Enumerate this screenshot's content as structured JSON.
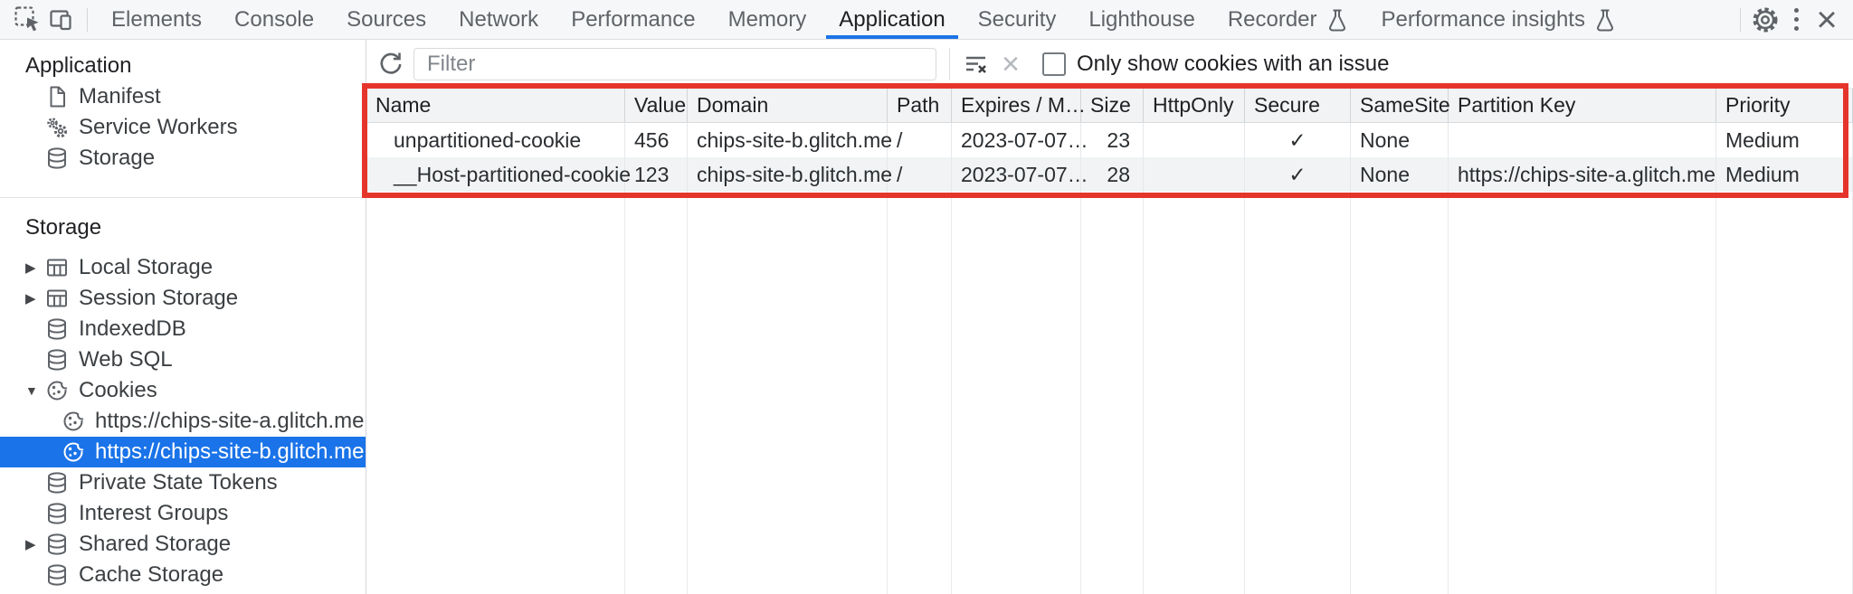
{
  "tabbar": {
    "tabs": [
      {
        "label": "Elements"
      },
      {
        "label": "Console"
      },
      {
        "label": "Sources"
      },
      {
        "label": "Network"
      },
      {
        "label": "Performance"
      },
      {
        "label": "Memory"
      },
      {
        "label": "Application",
        "selected": true
      },
      {
        "label": "Security"
      },
      {
        "label": "Lighthouse"
      },
      {
        "label": "Recorder",
        "experiment": true
      },
      {
        "label": "Performance insights",
        "experiment": true
      }
    ]
  },
  "sidebar": {
    "sections": [
      {
        "header": "Application",
        "items": [
          {
            "label": "Manifest",
            "icon": "manifest-document-icon"
          },
          {
            "label": "Service Workers",
            "icon": "service-workers-gears-icon"
          },
          {
            "label": "Storage",
            "icon": "database-icon"
          }
        ]
      },
      {
        "header": "Storage",
        "items": [
          {
            "label": "Local Storage",
            "icon": "table-icon",
            "expandable": true,
            "expanded": false
          },
          {
            "label": "Session Storage",
            "icon": "table-icon",
            "expandable": true,
            "expanded": false
          },
          {
            "label": "IndexedDB",
            "icon": "database-icon"
          },
          {
            "label": "Web SQL",
            "icon": "database-icon"
          },
          {
            "label": "Cookies",
            "icon": "cookie-icon",
            "expandable": true,
            "expanded": true
          },
          {
            "label": "https://chips-site-a.glitch.me",
            "icon": "cookie-icon",
            "child": true
          },
          {
            "label": "https://chips-site-b.glitch.me",
            "icon": "cookie-icon",
            "child": true,
            "selected": true
          },
          {
            "label": "Private State Tokens",
            "icon": "database-icon"
          },
          {
            "label": "Interest Groups",
            "icon": "database-icon"
          },
          {
            "label": "Shared Storage",
            "icon": "database-icon",
            "expandable": true,
            "expanded": false
          },
          {
            "label": "Cache Storage",
            "icon": "database-icon"
          }
        ]
      }
    ]
  },
  "toolbar": {
    "filter_placeholder": "Filter",
    "checkbox_label": "Only show cookies with an issue",
    "checkbox_checked": false
  },
  "table": {
    "columns": [
      "Name",
      "Value",
      "Domain",
      "Path",
      "Expires / M…",
      "Size",
      "HttpOnly",
      "Secure",
      "SameSite",
      "Partition Key",
      "Priority"
    ],
    "rows": [
      [
        "unpartitioned-cookie",
        "456",
        "chips-site-b.glitch.me",
        "/",
        "2023-07-07…",
        "23",
        "",
        "✓",
        "None",
        "",
        "Medium"
      ],
      [
        "__Host-partitioned-cookie",
        "123",
        "chips-site-b.glitch.me",
        "/",
        "2023-07-07…",
        "28",
        "",
        "✓",
        "None",
        "https://chips-site-a.glitch.me",
        "Medium"
      ]
    ]
  },
  "colors": {
    "accent_blue": "#1a73e8",
    "annotation_red": "#e5352b",
    "selection_text": "#ffffff",
    "header_bg": "#f1f3f4"
  }
}
